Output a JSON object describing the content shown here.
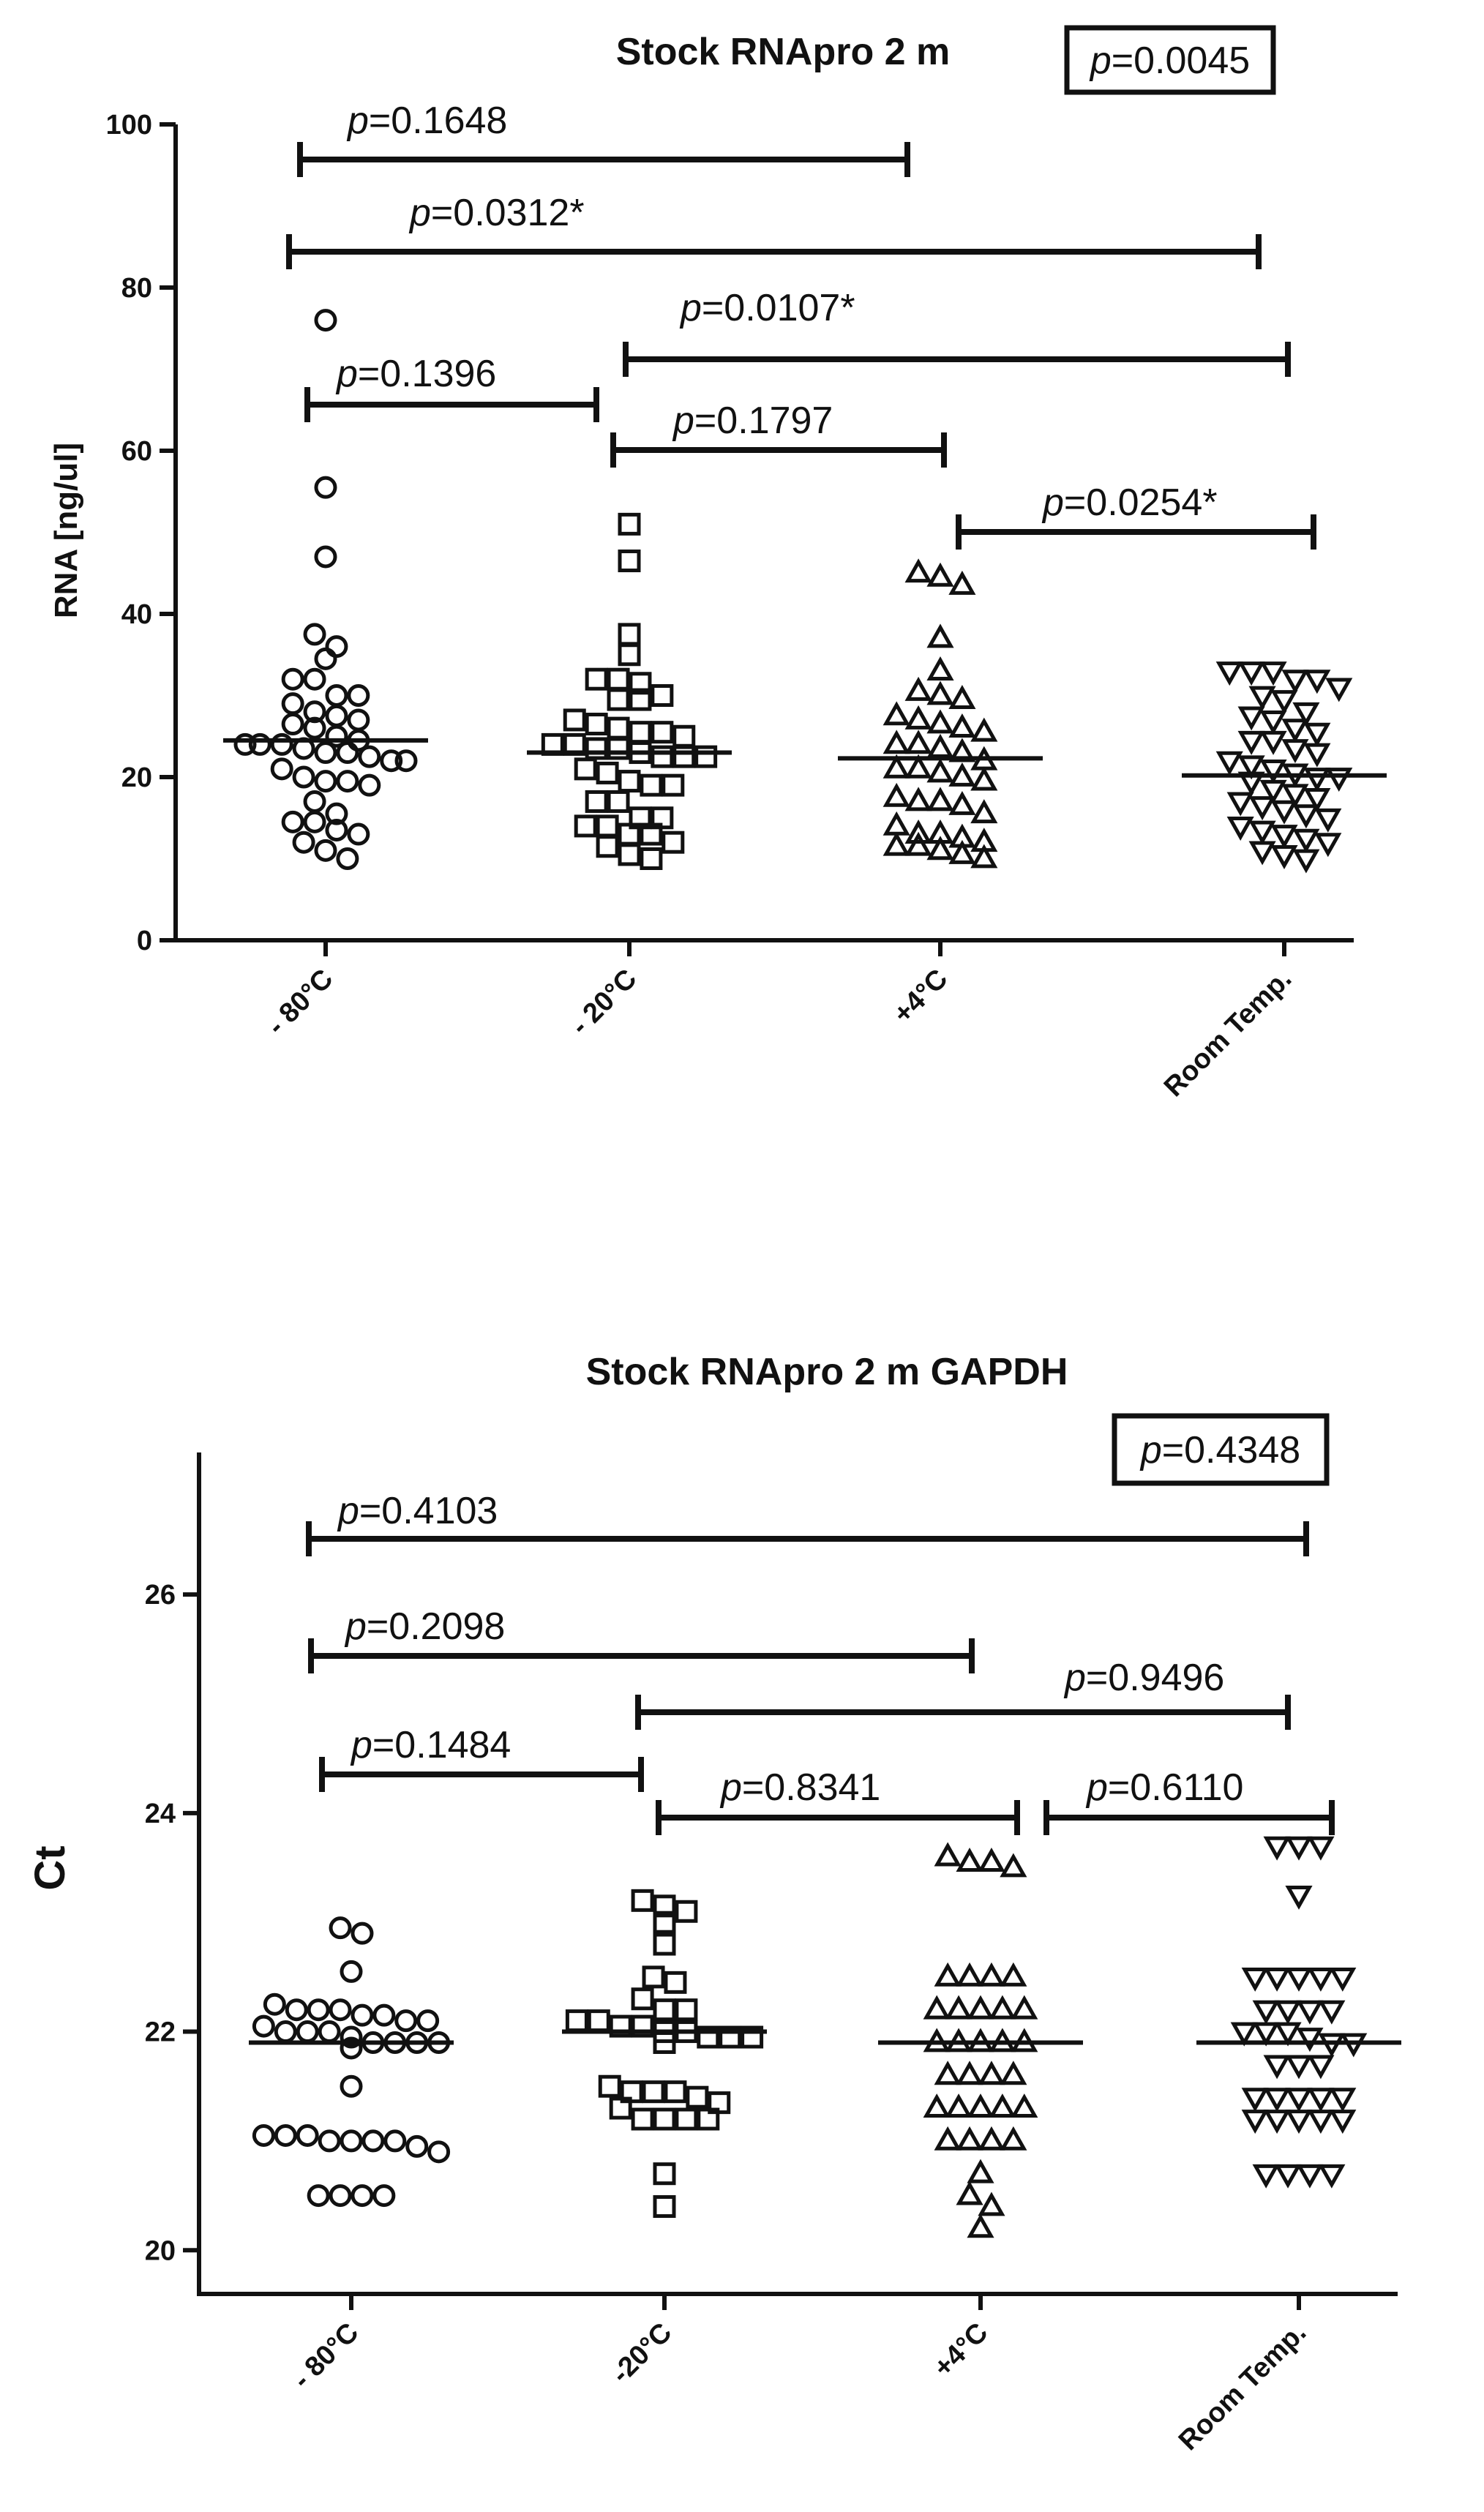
{
  "chart_data": [
    {
      "type": "scatter",
      "title": "Stock RNApro 2 m",
      "ylabel": "RNA [ng/ul]",
      "ylim": [
        0,
        100
      ],
      "yticks": [
        "0",
        "20",
        "40",
        "60",
        "80",
        "100"
      ],
      "categories": [
        "- 80°C",
        "- 20°C",
        "+4°C",
        "Room Temp."
      ],
      "markers": [
        "circle",
        "square",
        "triangle-up",
        "triangle-down"
      ],
      "overall_p": "=0.0045",
      "means": [
        24.5,
        23.0,
        22.3,
        20.2
      ],
      "series": [
        {
          "values": [
            76,
            55.5,
            47,
            37.5,
            36,
            34.5,
            32,
            32,
            30,
            30,
            29,
            28,
            27.5,
            27,
            26.5,
            26,
            25,
            24.5,
            24,
            24,
            24,
            23.5,
            23,
            23,
            22.5,
            22,
            22,
            21,
            20,
            19.5,
            19.5,
            19,
            17,
            15.5,
            14.5,
            14.5,
            13.5,
            13,
            12,
            11,
            10
          ]
        },
        {
          "values": [
            51,
            46.5,
            37.5,
            35,
            32,
            32,
            31.5,
            30,
            29.5,
            29.5,
            27,
            26.5,
            26,
            25.5,
            25.5,
            25,
            24,
            24,
            23.5,
            23.5,
            23,
            22.5,
            22.5,
            22.5,
            21,
            20.5,
            19.5,
            19,
            19,
            17,
            17,
            15,
            15,
            14,
            14,
            13,
            13,
            12,
            11.5,
            10.5,
            10
          ]
        },
        {
          "values": [
            45,
            44.5,
            43.5,
            37,
            33,
            30.5,
            30,
            29.5,
            27.5,
            27,
            26.5,
            26,
            25.5,
            24,
            24,
            23.5,
            23,
            22,
            21,
            21,
            20.5,
            20,
            19.5,
            17.5,
            17,
            17,
            16.5,
            15.5,
            14,
            13,
            13,
            12.5,
            12,
            11.5,
            11.5,
            11,
            10.5,
            10
          ]
        },
        {
          "values": [
            33,
            33,
            33,
            32,
            32,
            31,
            30,
            29.5,
            28,
            27.5,
            27,
            26,
            25.5,
            24.5,
            24.5,
            23.5,
            23,
            22,
            21.5,
            21,
            20.5,
            20,
            20,
            19.5,
            18.5,
            18,
            17.5,
            17,
            16.5,
            16,
            15.5,
            15,
            14,
            13.5,
            13,
            12.5,
            12,
            11,
            10.5,
            10
          ]
        }
      ],
      "comparisons": [
        {
          "groups": [
            "- 80°C",
            "+4°C"
          ],
          "p": "=0.1648"
        },
        {
          "groups": [
            "- 80°C",
            "Room Temp."
          ],
          "p": "=0.0312*"
        },
        {
          "groups": [
            "- 20°C",
            "Room Temp."
          ],
          "p": "=0.0107*"
        },
        {
          "groups": [
            "- 80°C",
            "- 20°C"
          ],
          "p": "=0.1396"
        },
        {
          "groups": [
            "- 20°C",
            "+4°C"
          ],
          "p": "=0.1797"
        },
        {
          "groups": [
            "+4°C",
            "Room Temp."
          ],
          "p": "=0.0254*"
        }
      ]
    },
    {
      "type": "scatter",
      "title": "Stock RNApro 2 m GAPDH",
      "ylabel": "Ct",
      "ylim": [
        19.6,
        27.3
      ],
      "yticks": [
        "20",
        "22",
        "24",
        "26"
      ],
      "categories": [
        "- 80°C",
        "-20°C",
        "+4°C",
        "Room Temp."
      ],
      "markers": [
        "circle",
        "square",
        "triangle-up",
        "triangle-down"
      ],
      "overall_p": "=0.4348",
      "means": [
        21.9,
        22.0,
        21.9,
        21.9
      ],
      "series": [
        {
          "values": [
            22.95,
            22.9,
            22.55,
            22.25,
            22.2,
            22.2,
            22.2,
            22.15,
            22.15,
            22.1,
            22.1,
            22.05,
            22.0,
            22.0,
            22.0,
            21.95,
            21.9,
            21.9,
            21.9,
            21.9,
            21.85,
            21.5,
            21.05,
            21.05,
            21.05,
            21.0,
            21.0,
            21.0,
            21.0,
            20.95,
            20.9,
            20.5,
            20.5,
            20.5,
            20.5
          ]
        },
        {
          "values": [
            23.2,
            23.15,
            23.1,
            23.0,
            22.8,
            22.5,
            22.45,
            22.3,
            22.2,
            22.2,
            22.1,
            22.1,
            22.05,
            22.05,
            22.0,
            22.0,
            21.95,
            21.95,
            21.95,
            21.9,
            21.5,
            21.45,
            21.45,
            21.45,
            21.4,
            21.35,
            21.3,
            21.2,
            21.2,
            21.2,
            21.2,
            20.7,
            20.4
          ]
        },
        {
          "values": [
            23.6,
            23.55,
            23.55,
            23.5,
            22.5,
            22.5,
            22.5,
            22.5,
            22.2,
            22.2,
            22.2,
            22.2,
            22.2,
            21.9,
            21.9,
            21.9,
            21.9,
            21.9,
            21.6,
            21.6,
            21.6,
            21.6,
            21.3,
            21.3,
            21.3,
            21.3,
            21.3,
            21.0,
            21.0,
            21.0,
            21.0,
            20.7,
            20.5,
            20.4,
            20.2
          ]
        },
        {
          "values": [
            23.7,
            23.7,
            23.7,
            23.25,
            22.5,
            22.5,
            22.5,
            22.5,
            22.5,
            22.2,
            22.2,
            22.2,
            22.2,
            22.0,
            22.0,
            22.0,
            21.95,
            21.9,
            21.9,
            21.7,
            21.7,
            21.7,
            21.4,
            21.4,
            21.4,
            21.4,
            21.4,
            21.2,
            21.2,
            21.2,
            21.2,
            21.2,
            20.7,
            20.7,
            20.7,
            20.7
          ]
        }
      ],
      "comparisons": [
        {
          "groups": [
            "- 80°C",
            "Room Temp."
          ],
          "p": "=0.4103"
        },
        {
          "groups": [
            "- 80°C",
            "+4°C"
          ],
          "p": "=0.2098"
        },
        {
          "groups": [
            "-20°C",
            "Room Temp."
          ],
          "p": "=0.9496"
        },
        {
          "groups": [
            "- 80°C",
            "-20°C"
          ],
          "p": "=0.1484"
        },
        {
          "groups": [
            "-20°C",
            "+4°C"
          ],
          "p": "=0.8341"
        },
        {
          "groups": [
            "+4°C",
            "Room Temp."
          ],
          "p": "=0.6110"
        }
      ]
    }
  ]
}
